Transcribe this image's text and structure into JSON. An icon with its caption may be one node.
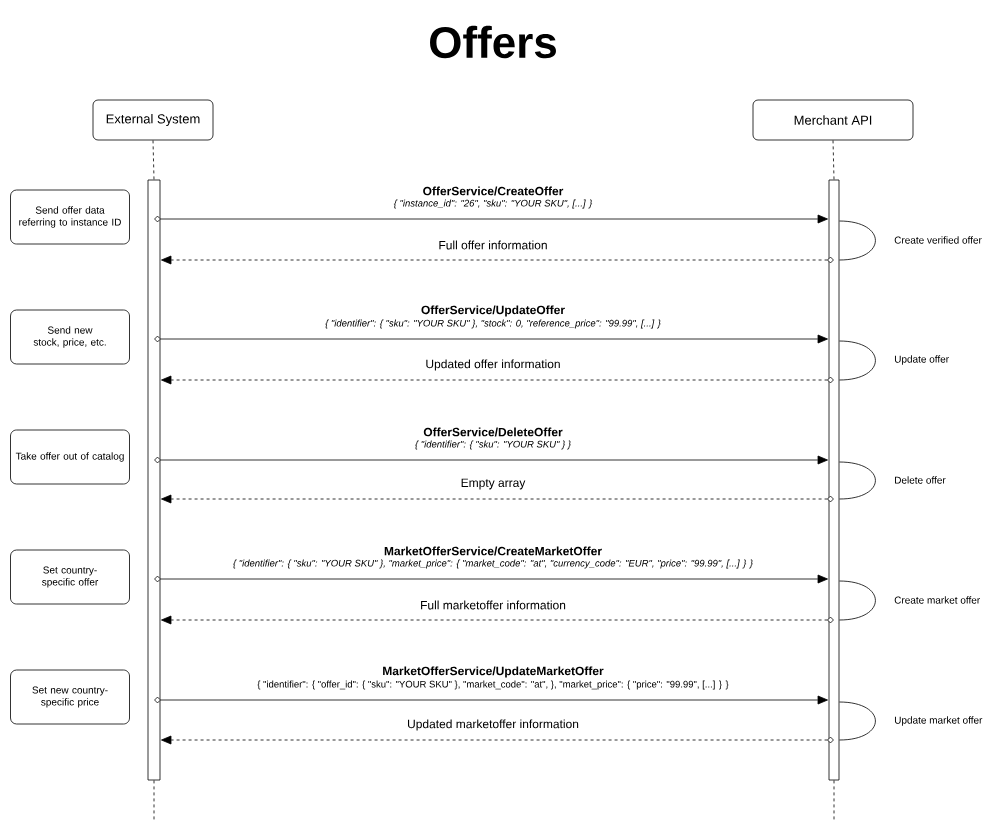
{
  "diagram": {
    "title": "Offers",
    "nodes": [
      {
        "text": [
          "External System"
        ]
      },
      {
        "text": [
          "Merchant API"
        ]
      },
      {
        "text": [],
        "shape": "bar"
      },
      {
        "text": [],
        "shape": "bar"
      },
      {
        "text": [
          "Send offer data referring to instance ID"
        ]
      },
      {
        "text": [
          "Send new stock, price, etc."
        ]
      },
      {
        "text": [
          "Take offer out of catalog"
        ]
      },
      {
        "text": [
          "Set country-specific offer"
        ]
      },
      {
        "text": [
          "Set new country-specific price"
        ]
      }
    ],
    "edges": [
      {
        "from": 0,
        "to": 2,
        "arrow": "none",
        "style": "dashed"
      },
      {
        "from": 2,
        "to": null,
        "arrow": "none",
        "style": "dashed"
      },
      {
        "from": 1,
        "to": 3,
        "arrow": "none",
        "style": "dashed"
      },
      {
        "from": 3,
        "to": null,
        "arrow": "none",
        "style": "dashed"
      },
      {
        "from": 2,
        "to": 3,
        "arrow": "to",
        "label": "OfferService/CreateOffer"
      },
      {
        "from": 3,
        "to": 3,
        "arrow": "none",
        "label": "Create verified offer"
      },
      {
        "from": 3,
        "to": 2,
        "arrow": "to",
        "style": "dashed",
        "label": "Full offer information"
      },
      {
        "from": 2,
        "to": 3,
        "arrow": "to",
        "label": "OfferService/UpdateOffer"
      },
      {
        "from": 3,
        "to": 3,
        "arrow": "none",
        "label": "Update offer"
      },
      {
        "from": 3,
        "to": 2,
        "arrow": "to",
        "style": "dashed",
        "label": "Updated offer information"
      },
      {
        "from": 2,
        "to": 3,
        "arrow": "to",
        "label": "OfferService/DeleteOffer"
      },
      {
        "from": 3,
        "to": 3,
        "arrow": "none",
        "label": "Delete offer"
      },
      {
        "from": 3,
        "to": 2,
        "arrow": "to",
        "style": "dashed",
        "label": "Empty array"
      },
      {
        "from": 2,
        "to": 3,
        "arrow": "to",
        "label": "MarketOfferService/CreateMarketOffer"
      },
      {
        "from": 3,
        "to": 3,
        "arrow": "none",
        "label": "Create market offer"
      },
      {
        "from": 3,
        "to": 2,
        "arrow": "to",
        "style": "dashed",
        "label": "Full marketoffer information"
      },
      {
        "from": 2,
        "to": 3,
        "arrow": "to",
        "label": "MarketOfferService/UpdateMarketOffer"
      },
      {
        "from": 3,
        "to": 3,
        "arrow": "none",
        "label": "Update market offer"
      },
      {
        "from": 3,
        "to": 2,
        "arrow": "to",
        "style": "dashed",
        "label": "Updated marketoffer information"
      }
    ],
    "labels": [
      "{ \"instance_id\": \"26\", \"sku\": \"YOUR SKU\", [...] }",
      "{ \"identifier\": { \"sku\": \"YOUR SKU\" }, \"stock\": 0, \"reference_price\": \"99.99\", [...] }",
      "{ \"identifier\": { \"sku\": \"YOUR SKU\" } }",
      "{ \"identifier\": { \"sku\": \"YOUR SKU\" }, \"market_price\": { \"market_code\": \"at\", \"currency_code\": \"EUR\", \"price\": \"99.99\", [...] } }",
      "{ \"identifier\": { \"offer_id\": { \"sku\": \"YOUR SKU\" }, \"market_code\": \"at\", }, \"market_price\": { \"price\": \"99.99\", [...] } }"
    ]
  }
}
